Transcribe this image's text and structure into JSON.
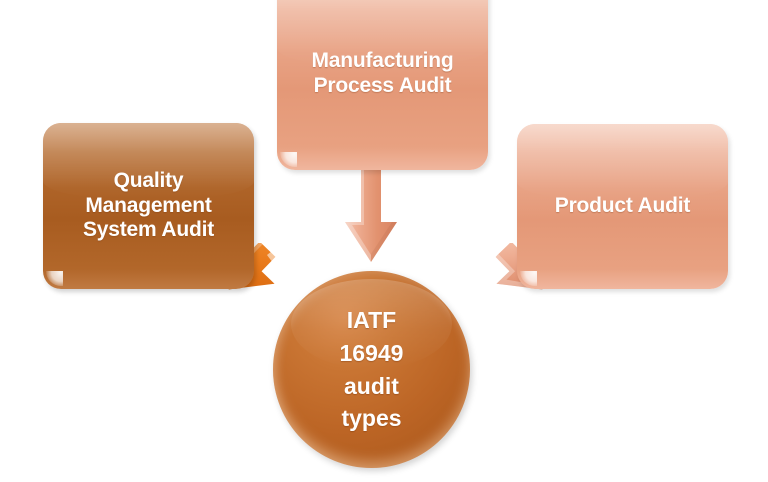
{
  "diagram": {
    "title_concept": "IATF 16949 audit types",
    "center": {
      "name": "center-circle",
      "lines": "IATF\n16949\naudit\ntypes",
      "text": "IATF 16949 audit types",
      "color": "#bc6525"
    },
    "nodes": [
      {
        "id": "qms",
        "label": "Quality Management System Audit",
        "color": "#a85c20",
        "text_color": "#ffffff"
      },
      {
        "id": "mpa",
        "label": "Manufacturing Process Audit",
        "color": "#e49877",
        "text_color": "#ffffff"
      },
      {
        "id": "pa",
        "label": "Product Audit",
        "color": "#e49877",
        "text_color": "#ffffff"
      }
    ],
    "arrows": [
      {
        "id": "arrow-qms-to-center",
        "from": "qms",
        "to": "center",
        "direction": "down-right",
        "color": "#e8761a"
      },
      {
        "id": "arrow-mpa-to-center",
        "from": "mpa",
        "to": "center",
        "direction": "down",
        "color": "#e8a181"
      },
      {
        "id": "arrow-pa-to-center",
        "from": "pa",
        "to": "center",
        "direction": "down-left",
        "color": "#e8a181"
      }
    ],
    "background_color": "#ffffff"
  }
}
